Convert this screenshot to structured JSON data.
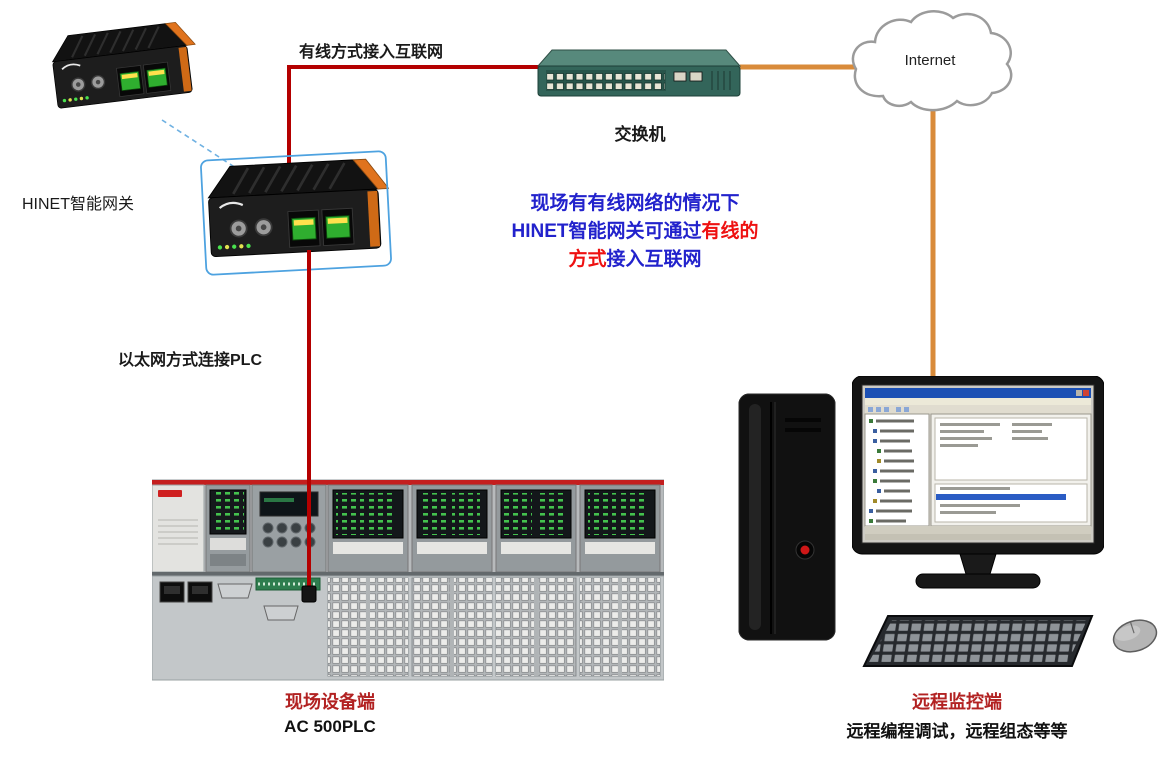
{
  "labels": {
    "gateway": "HINET智能网关",
    "wired_link": "有线方式接入互联网",
    "switch": "交换机",
    "internet": "Internet",
    "ethernet_link": "以太网方式连接PLC",
    "field_title": "现场设备端",
    "field_subtitle": "AC 500PLC",
    "remote_title": "远程监控端",
    "remote_subtitle": "远程编程调试，远程组态等等"
  },
  "note": {
    "line1": "现场有有线网络的情况下",
    "line2_blue": "HINET智能网关可通过",
    "line2_red": "有线的",
    "line3_red": "方式",
    "line3_blue": "接入互联网"
  },
  "colors": {
    "red_link": "#b40000",
    "orange_link": "#d98b3a",
    "note_blue": "#2222cc",
    "note_red": "#ee1111",
    "caption_red": "#b22222"
  }
}
